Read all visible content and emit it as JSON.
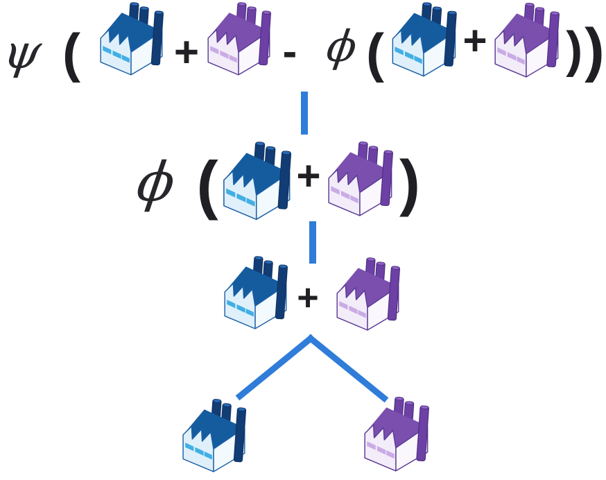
{
  "figure": {
    "type": "expression-decomposition-tree",
    "rows": [
      {
        "name": "root-expression",
        "tokens": [
          "ψ",
          "(",
          "blue-factory",
          "+",
          "purple-factory",
          "-",
          "ϕ",
          "(",
          "blue-factory",
          "+",
          "purple-factory",
          "))"
        ]
      },
      {
        "name": "phi-subexpression",
        "tokens": [
          "ϕ",
          "(",
          "blue-factory",
          "+",
          "purple-factory",
          ")"
        ]
      },
      {
        "name": "sum-expression",
        "tokens": [
          "blue-factory",
          "+",
          "purple-factory"
        ]
      },
      {
        "name": "leaf-factories",
        "tokens": [
          "blue-factory",
          "purple-factory"
        ]
      }
    ],
    "connectors": [
      "root-to-phi-expression",
      "phi-expression-to-sum",
      "sum-to-blue-leaf",
      "sum-to-purple-leaf"
    ]
  },
  "symbols": {
    "psi": "ψ",
    "phi": "ϕ",
    "plus": "+",
    "minus": "-",
    "open_paren": "(",
    "close_paren": ")"
  },
  "icons": {
    "blue_factory": "blue-factory-icon",
    "purple_factory": "purple-factory-icon"
  },
  "colors": {
    "background": "#ffffff",
    "edge_blue": "#2F7CD9",
    "symbol_ink": "#202024",
    "factory_blue": {
      "roof": "#155C9F",
      "chimney": "#123C74",
      "chimney_cap": "#2A6AB5",
      "chimney_outline": "#0E3160",
      "wall_front": "#E0F0FA",
      "wall_side": "#F2FAFE",
      "window": "#41AFE4",
      "outline": "#1B5FA6"
    },
    "factory_purple": {
      "roof": "#7B4FAE",
      "chimney": "#6C40A4",
      "chimney_cap": "#8F62C6",
      "chimney_outline": "#4A2B7C",
      "wall_front": "#F2EDF9",
      "wall_side": "#FAF7FD",
      "window": "#C9ABE5",
      "outline": "#5B3A94"
    }
  }
}
